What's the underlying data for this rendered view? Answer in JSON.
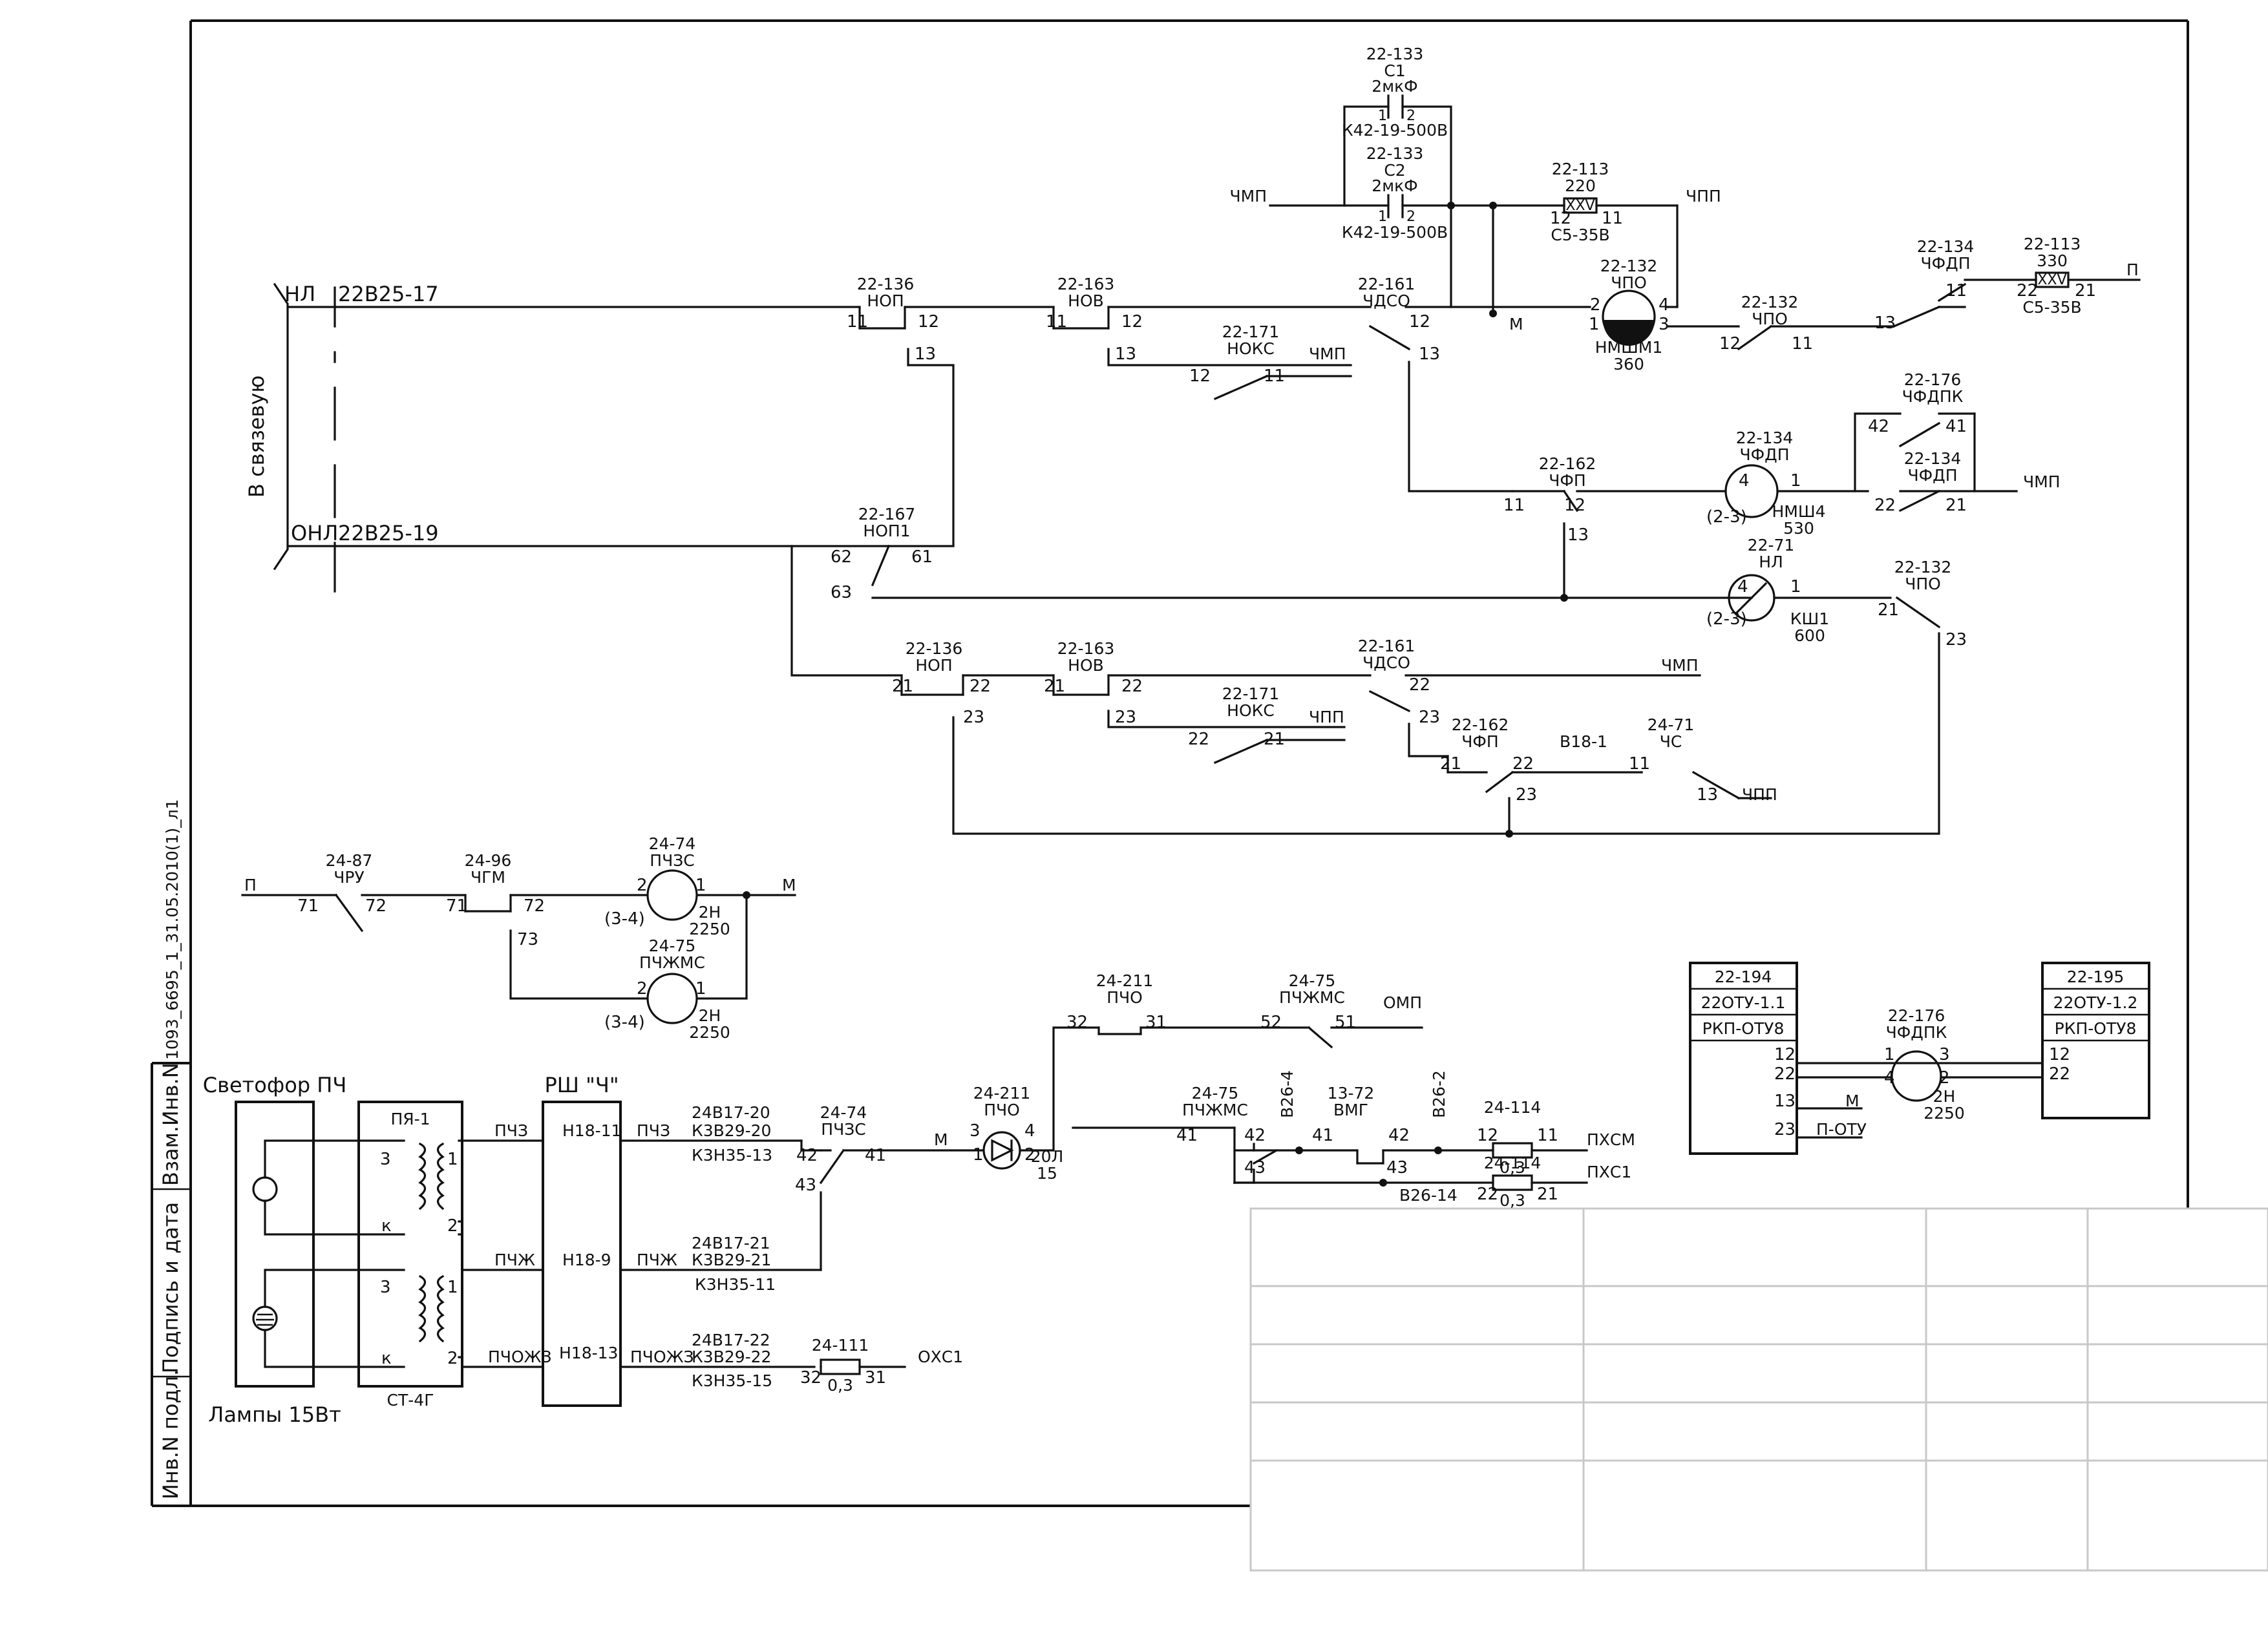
{
  "colors": {
    "ink": "#111111",
    "paper": "#ffffff",
    "stamp": "#bfbfbf"
  },
  "sheet_id": "1093_6695_1_31.05.2010(1)_л1",
  "side_stamp": [
    "Инв.N подл.",
    "Подпись и дата",
    "Взам.Инв.N"
  ],
  "wire": {
    "nl": "НЛ",
    "nl_term": "22В25-17",
    "onl": "ОНЛ",
    "onl_term": "22В25-19",
    "to_link": "В связевую",
    "chmp": "ЧМП",
    "chpp": "ЧПП",
    "m": "М",
    "p": "П",
    "omp": "ОМП"
  },
  "capacitors": {
    "c1": {
      "ref": "22-133",
      "name": "С1",
      "value": "2мкФ",
      "pins": [
        "1",
        "2"
      ],
      "type": "К42-19-500В"
    },
    "c2": {
      "ref": "22-133",
      "name": "С2",
      "value": "2мкФ",
      "pins": [
        "1",
        "2"
      ],
      "type": "К42-19-500В"
    }
  },
  "resistors": {
    "r220": {
      "ref": "22-113",
      "value": "220",
      "code": "XXV",
      "pins": [
        "12",
        "11"
      ],
      "type": "С5-35В"
    },
    "r330": {
      "ref": "22-113",
      "value": "330",
      "code": "XXV",
      "pins": [
        "22",
        "21"
      ],
      "type": "С5-35В"
    }
  },
  "top_row": {
    "nop": {
      "ref": "22-136",
      "name": "НОП",
      "pins": [
        "11",
        "12",
        "13"
      ]
    },
    "nov": {
      "ref": "22-163",
      "name": "НОВ",
      "pins": [
        "11",
        "12",
        "13"
      ]
    },
    "noks": {
      "ref": "22-171",
      "name": "НОКС",
      "pins": [
        "12",
        "11"
      ]
    },
    "chdso": {
      "ref": "22-161",
      "name": "ЧДСО",
      "pins": [
        "12",
        "13"
      ]
    },
    "chpo_relay": {
      "ref": "22-132",
      "name": "ЧПО",
      "pins": [
        "2",
        "4",
        "1",
        "3"
      ],
      "type": "НМШМ1",
      "res": "360"
    },
    "chpo_contact": {
      "ref": "22-132",
      "name": "ЧПО",
      "pins": [
        "12",
        "11"
      ]
    },
    "chfdp_top": {
      "ref": "22-134",
      "name": "ЧФДП",
      "pins": [
        "13",
        "11"
      ]
    }
  },
  "middle": {
    "chfdpk": {
      "ref": "22-176",
      "name": "ЧФДПК",
      "pins": [
        "42",
        "41"
      ]
    },
    "chfdp_c": {
      "ref": "22-134",
      "name": "ЧФДП",
      "pins": [
        "22",
        "21"
      ]
    },
    "chfdp_relay": {
      "ref": "22-134",
      "name": "ЧФДП",
      "pins": [
        "4",
        "1"
      ],
      "side": "(2-3)",
      "type": "НМШ4",
      "res": "530"
    },
    "chfp": {
      "ref": "22-162",
      "name": "ЧФП",
      "pins": [
        "11",
        "12",
        "13"
      ]
    },
    "nop1": {
      "ref": "22-167",
      "name": "НОП1",
      "pins": [
        "62",
        "61",
        "63"
      ]
    },
    "nl_relay": {
      "ref": "22-71",
      "name": "НЛ",
      "pins": [
        "4",
        "1"
      ],
      "side": "(2-3)",
      "type": "КШ1",
      "res": "600"
    },
    "chpo_23": {
      "ref": "22-132",
      "name": "ЧПО",
      "pins": [
        "21",
        "23"
      ]
    }
  },
  "lower_row": {
    "nop": {
      "ref": "22-136",
      "name": "НОП",
      "pins": [
        "21",
        "22",
        "23"
      ]
    },
    "nov": {
      "ref": "22-163",
      "name": "НОВ",
      "pins": [
        "21",
        "22",
        "23"
      ]
    },
    "noks": {
      "ref": "22-171",
      "name": "НОКС",
      "pins": [
        "22",
        "21"
      ]
    },
    "chdso": {
      "ref": "22-161",
      "name": "ЧДСО",
      "pins": [
        "22",
        "23"
      ]
    },
    "chfp": {
      "ref": "22-162",
      "name": "ЧФП",
      "pins": [
        "21",
        "22",
        "23"
      ]
    },
    "b18": {
      "name": "В18-1"
    },
    "chs": {
      "ref": "24-71",
      "name": "ЧС",
      "pins": [
        "11",
        "13"
      ]
    }
  },
  "relay_block": {
    "chru": {
      "ref": "24-87",
      "name": "ЧРУ",
      "pins": [
        "71",
        "72"
      ]
    },
    "chgm": {
      "ref": "24-96",
      "name": "ЧГМ",
      "pins": [
        "71",
        "72",
        "73"
      ]
    },
    "pchzs": {
      "ref": "24-74",
      "name": "ПЧЗС",
      "pins": [
        "2",
        "1"
      ],
      "side": "(3-4)",
      "type": "2Н",
      "res": "2250"
    },
    "pchzhms": {
      "ref": "24-75",
      "name": "ПЧЖМС",
      "pins": [
        "2",
        "1"
      ],
      "side": "(3-4)",
      "type": "2Н",
      "res": "2250"
    }
  },
  "signal": {
    "title": "Светофор ПЧ",
    "lamps": "Лампы 15Вт",
    "transformer": {
      "top": "ПЯ-1",
      "bottom": "СТ-4Г",
      "pins": [
        "3",
        "1",
        "к",
        "2"
      ]
    },
    "rsh": "РШ \"Ч\"",
    "lines": [
      {
        "wire": "ПЧЗ",
        "term": "Н18-11",
        "wire2": "ПЧЗ",
        "k1": "24В17-20",
        "k2": "К3В29-20",
        "k3": "К3Н35-13"
      },
      {
        "wire": "ПЧЖ",
        "term": "Н18-9",
        "wire2": "ПЧЖ",
        "k1": "24В17-21",
        "k2": "К3В29-21",
        "k3": "К3Н35-11"
      },
      {
        "wire": "ПЧОЖЗ",
        "term": "Н18-13",
        "wire2": "ПЧОЖЗ",
        "k1": "24В17-22",
        "k2": "К3В29-22",
        "k3": "К3Н35-15"
      }
    ],
    "pchzs_c": {
      "ref": "24-74",
      "name": "ПЧЗС",
      "pins": [
        "42",
        "41",
        "43"
      ]
    },
    "pcho_diode": {
      "ref": "24-211",
      "name": "ПЧО",
      "pins": [
        "3",
        "4",
        "1",
        "2"
      ],
      "type": "20Л",
      "num": "15"
    },
    "pcho_c": {
      "ref": "24-211",
      "name": "ПЧО",
      "pins": [
        "32",
        "31"
      ]
    },
    "pchzhms_c": {
      "ref": "24-75",
      "name": "ПЧЖМС",
      "pins": [
        "52",
        "51"
      ]
    },
    "pchzhms_c2": {
      "ref": "24-75",
      "name": "ПЧЖМС",
      "pins": [
        "41",
        "42",
        "43"
      ]
    },
    "vmg": {
      "ref": "13-72",
      "name": "ВМГ",
      "pins": [
        "41",
        "42",
        "43"
      ]
    },
    "b26": [
      "В26-4",
      "В26-2",
      "В26-14"
    ],
    "fuse_hsm": {
      "ref": "24-114",
      "pins": [
        "12",
        "11"
      ],
      "value": "0,3",
      "out": "ПХСМ"
    },
    "fuse_hs1": {
      "ref": "24-114",
      "pins": [
        "22",
        "21"
      ],
      "value": "0,3",
      "out": "ПХС1"
    },
    "fuse_os1": {
      "ref": "24-111",
      "pins": [
        "32",
        "31"
      ],
      "value": "0,3",
      "out": "ОХС1"
    }
  },
  "right_block": {
    "left_box": [
      "22-194",
      "22ОТУ-1.1",
      "РКП-ОТУ8"
    ],
    "right_box": [
      "22-195",
      "22ОТУ-1.2",
      "РКП-ОТУ8"
    ],
    "left_pins": [
      "12",
      "22",
      "13",
      "23"
    ],
    "right_pins": [
      "12",
      "22"
    ],
    "m": "М",
    "p_otu": "П-ОТУ",
    "relay": {
      "ref": "22-176",
      "name": "ЧФДПК",
      "pins": [
        "1",
        "3",
        "4",
        "2"
      ],
      "type": "2Н",
      "res": "2250"
    }
  }
}
